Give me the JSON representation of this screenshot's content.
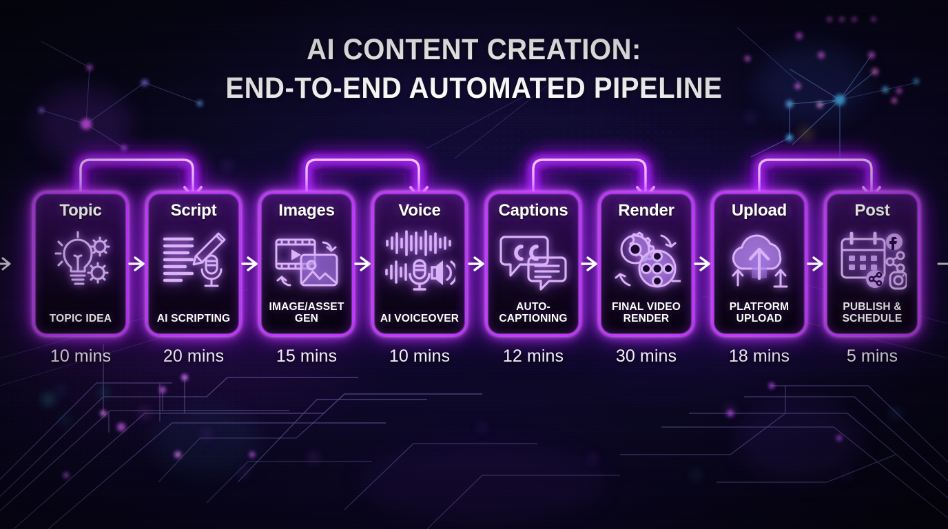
{
  "title": {
    "line1": "AI CONTENT CREATION:",
    "line2": "END-TO-END AUTOMATED PIPELINE"
  },
  "colors": {
    "neon_border": "#c238ff",
    "neon_glow": "#e48cff",
    "icon_fill": "#d9b3f5",
    "background": "#070718",
    "text": "#ffffff"
  },
  "pipeline": {
    "steps": [
      {
        "id": "topic",
        "header": "Topic",
        "caption": "TOPIC IDEA",
        "duration": "10 mins",
        "icon": "lightbulb-gears-icon"
      },
      {
        "id": "script",
        "header": "Script",
        "caption": "AI SCRIPTING",
        "duration": "20 mins",
        "icon": "document-pencil-mic-icon"
      },
      {
        "id": "images",
        "header": "Images",
        "caption": "IMAGE/ASSET GEN",
        "duration": "15 mins",
        "icon": "film-photo-sync-icon"
      },
      {
        "id": "voice",
        "header": "Voice",
        "caption": "AI VOICEOVER",
        "duration": "10 mins",
        "icon": "waveform-mic-speaker-icon"
      },
      {
        "id": "captions",
        "header": "Captions",
        "caption": "AUTO-CAPTIONING",
        "duration": "12 mins",
        "icon": "cc-speech-bubble-icon"
      },
      {
        "id": "render",
        "header": "Render",
        "caption": "FINAL VIDEO RENDER",
        "duration": "30 mins",
        "icon": "gear-film-reel-icon"
      },
      {
        "id": "upload",
        "header": "Upload",
        "caption": "PLATFORM UPLOAD",
        "duration": "18 mins",
        "icon": "cloud-upload-arrow-icon"
      },
      {
        "id": "post",
        "header": "Post",
        "caption": "PUBLISH & SCHEDULE",
        "duration": "5 mins",
        "icon": "calendar-social-share-icon"
      }
    ],
    "flow_arrows": [
      "arrow-topic-to-script",
      "arrow-script-to-images",
      "arrow-images-to-voice",
      "arrow-voice-to-captions",
      "arrow-captions-to-render",
      "arrow-render-to-upload",
      "arrow-upload-to-post"
    ],
    "loop_connectors": [
      "loop-topic-to-script",
      "loop-images-to-voice",
      "loop-captions-to-render",
      "loop-upload-to-post"
    ]
  }
}
